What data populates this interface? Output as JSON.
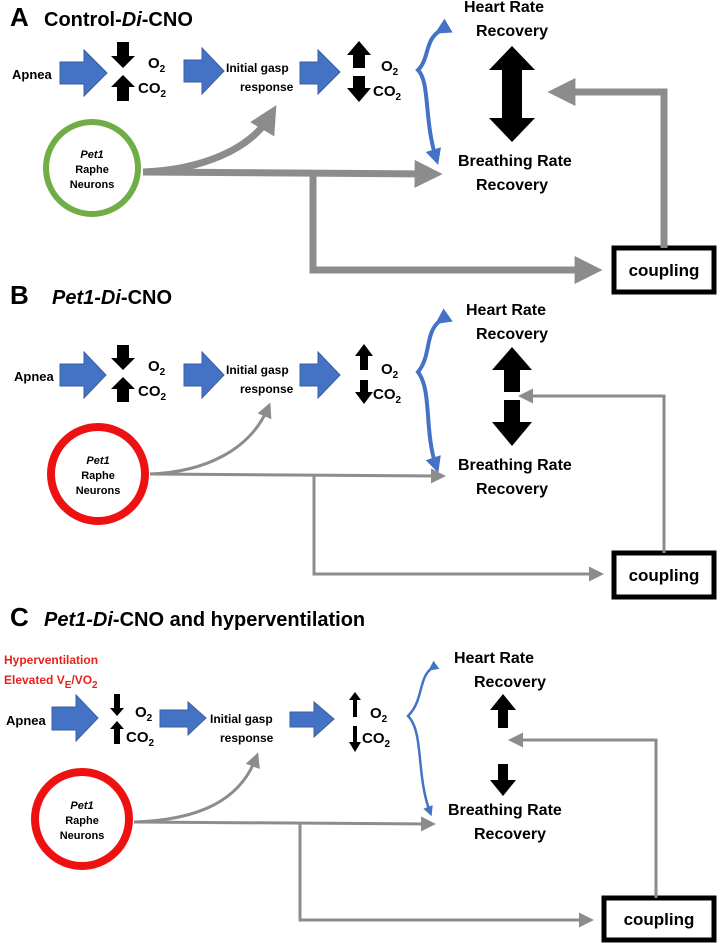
{
  "colors": {
    "blue": "#4472c4",
    "grey": "#8c8c8c",
    "green": "#70ad47",
    "red": "#ee1111",
    "black": "#000000"
  },
  "labels": {
    "apnea": "Apnea",
    "o2": "O",
    "o2_sub": "2",
    "co2": "CO",
    "co2_sub": "2",
    "gasp_line1": "Initial gasp",
    "gasp_line2": "response",
    "hr_line1": "Heart Rate",
    "hr_line2": "Recovery",
    "br_line1": "Breathing Rate",
    "br_line2": "Recovery",
    "pet1": "Pet1",
    "raphe": "Raphe",
    "neurons": "Neurons",
    "coupling": "coupling"
  },
  "panels": {
    "a": {
      "letter": "A",
      "title_pre": "Control-",
      "title_ital": "Di",
      "title_post": "-CNO"
    },
    "b": {
      "letter": "B",
      "title_ital1": "Pet1-Di",
      "title_post": "-CNO"
    },
    "c": {
      "letter": "C",
      "title_ital1": "Pet1-Di",
      "title_post": "-CNO and hyperventilation",
      "hyper_line1": "Hyperventilation",
      "hyper_line2_pre": "Elevated V",
      "hyper_sub_e": "E",
      "hyper_mid": "/VO",
      "hyper_sub_2": "2"
    }
  }
}
